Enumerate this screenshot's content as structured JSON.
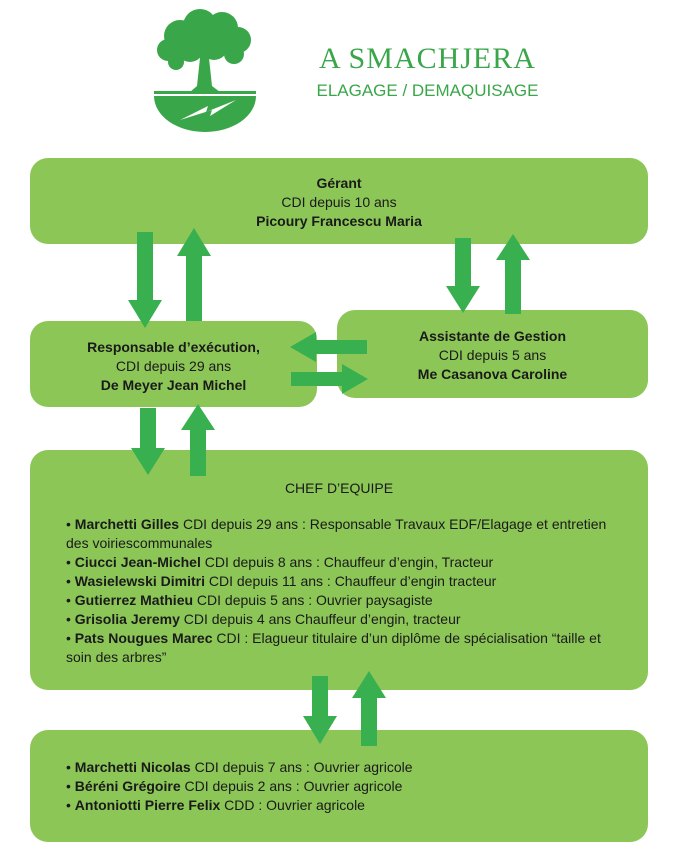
{
  "brand": {
    "title": "A SMACHJERA",
    "subtitle": "ELAGAGE / DEMAQUISAGE",
    "colors": {
      "brand_green": "#3aa64a",
      "box_green": "#8cc657",
      "arrow_green": "#39b04f"
    }
  },
  "gerant": {
    "role": "Gérant",
    "contract": "CDI depuis 10 ans",
    "name": "Picoury Francescu Maria"
  },
  "responsable": {
    "role": "Responsable d’exécution,",
    "contract": "CDI depuis 29 ans",
    "name": "De Meyer Jean Michel"
  },
  "assistante": {
    "role": "Assistante de Gestion",
    "contract": "CDI depuis 5 ans",
    "name": "Me Casanova Caroline"
  },
  "chef_equipe": {
    "title": "CHEF D’EQUIPE",
    "members": [
      {
        "bullet": "•",
        "name": "Marchetti Gilles",
        "detail": " CDI depuis 29 ans : Responsable Travaux EDF/Elagage et entretien des voiriescommunales"
      },
      {
        "bullet": "•",
        "name": "Ciucci Jean-Michel",
        "detail": " CDI depuis 8 ans : Chauffeur d’engin, Tracteur"
      },
      {
        "bullet": "•",
        "name": "Wasielewski Dimitri",
        "detail": " CDI depuis 11 ans : Chauffeur d’engin tracteur"
      },
      {
        "bullet": "•",
        "name": "Gutierrez Mathieu",
        "detail": " CDI depuis 5 ans : Ouvrier paysagiste"
      },
      {
        "bullet": "•",
        "name": "Grisolia Jeremy",
        "detail": " CDI depuis 4 ans Chauffeur d’engin, tracteur"
      },
      {
        "bullet": "•",
        "name": "Pats Nougues Marec",
        "detail": " CDI : Elagueur titulaire d’un diplôme de spécialisation “taille et soin des arbres”"
      }
    ]
  },
  "ouvriers": {
    "members": [
      {
        "bullet": "•",
        "name": "Marchetti Nicolas",
        "detail": " CDI depuis 7 ans : Ouvrier agricole"
      },
      {
        "bullet": "•",
        "name": "Béréni Grégoire",
        "detail": " CDI depuis 2 ans : Ouvrier agricole"
      },
      {
        "bullet": "•",
        "name": "Antoniotti Pierre Felix",
        "detail": " CDD : Ouvrier agricole"
      }
    ]
  },
  "icons": [
    "tree-logo-icon",
    "lightning-icon",
    "arrow-down-icon",
    "arrow-up-icon",
    "arrow-left-icon",
    "arrow-right-icon"
  ]
}
